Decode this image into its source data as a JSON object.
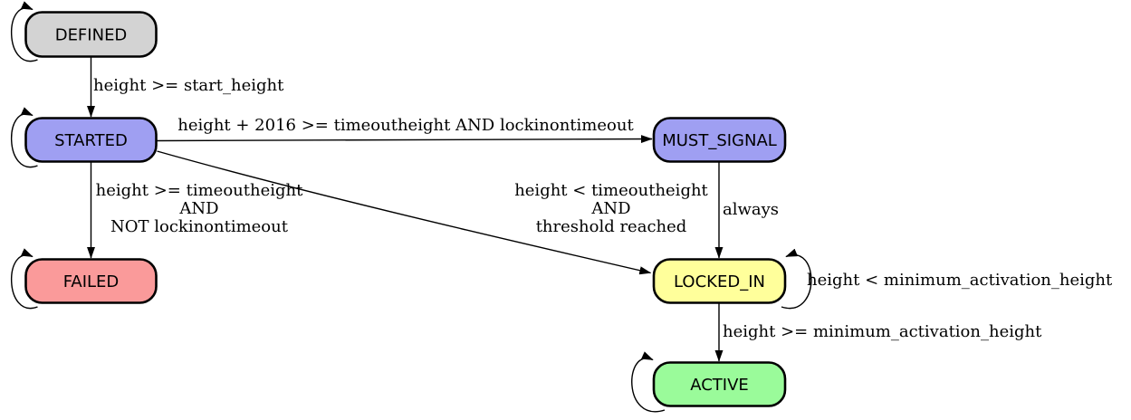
{
  "diagram": {
    "background": "#ffffff",
    "stroke_color": "#000000"
  },
  "nodes": [
    {
      "id": "defined",
      "label": "DEFINED",
      "fill": "#d3d3d3"
    },
    {
      "id": "started",
      "label": "STARTED",
      "fill": "#9f9ff2"
    },
    {
      "id": "must_signal",
      "label": "MUST_SIGNAL",
      "fill": "#9f9ff2"
    },
    {
      "id": "failed",
      "label": "FAILED",
      "fill": "#fa9a9a"
    },
    {
      "id": "locked_in",
      "label": "LOCKED_IN",
      "fill": "#ffff9b"
    },
    {
      "id": "active",
      "label": "ACTIVE",
      "fill": "#9afb9a"
    }
  ],
  "edges": {
    "defined_to_started": {
      "label": "height >= start_height"
    },
    "started_to_must_signal": {
      "label": "height + 2016 >= timeoutheight AND lockinontimeout"
    },
    "started_to_failed": {
      "lines": [
        "height >= timeoutheight",
        "AND",
        "NOT lockinontimeout"
      ]
    },
    "started_to_locked_in": {
      "lines": [
        "height < timeoutheight",
        "AND",
        "threshold reached"
      ]
    },
    "must_signal_to_locked_in": {
      "label": "always"
    },
    "locked_in_self": {
      "label": "height < minimum_activation_height"
    },
    "locked_in_to_active": {
      "label": "height >= minimum_activation_height"
    }
  }
}
